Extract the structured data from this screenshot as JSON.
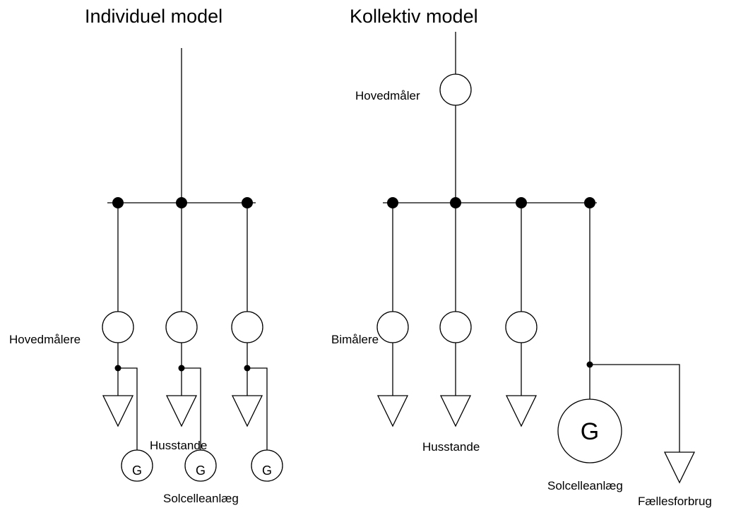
{
  "individual": {
    "title": "Individuel model",
    "meter_label": "Hovedmålere",
    "household_label": "Husstande",
    "solar_label": "Solcelleanlæg",
    "generator_symbol": "G"
  },
  "collective": {
    "title": "Kollektiv model",
    "main_meter_label": "Hovedmåler",
    "submeter_label": "Bimålere",
    "household_label": "Husstande",
    "solar_label": "Solcelleanlæg",
    "common_label": "Fællesforbrug",
    "generator_symbol": "G"
  }
}
